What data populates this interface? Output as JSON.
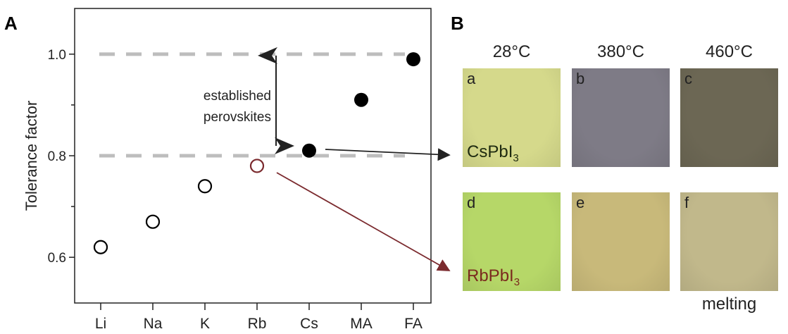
{
  "panel_a_label": "A",
  "panel_b_label": "B",
  "chart_data": {
    "type": "scatter",
    "ylabel": "Tolerance factor",
    "xlabel": "",
    "categories": [
      "Li",
      "Na",
      "K",
      "Rb",
      "Cs",
      "MA",
      "FA"
    ],
    "values": [
      0.62,
      0.67,
      0.74,
      0.78,
      0.81,
      0.91,
      0.99
    ],
    "marker_style": [
      "open",
      "open",
      "open",
      "open-red",
      "filled",
      "filled",
      "filled"
    ],
    "ylim": [
      0.51,
      1.09
    ],
    "yticks": [
      0.6,
      0.8,
      1.0
    ],
    "ytick_labels": [
      "0.6",
      "0.8",
      "1.0"
    ],
    "yminor_ticks": [
      0.7,
      0.9
    ],
    "reference_lines": [
      0.8,
      1.0
    ],
    "annotation": {
      "line1": "established",
      "line2": "perovskites",
      "range": [
        0.8,
        1.0
      ]
    },
    "colors": {
      "marker": "#000000",
      "rb": "#7b2a2e",
      "dashed": "#bdbdbd"
    }
  },
  "panel_b": {
    "temperatures": [
      "28°C",
      "380°C",
      "460°C"
    ],
    "photos": [
      {
        "letter": "a",
        "color": "#d5d98b"
      },
      {
        "letter": "b",
        "color": "#7e7b86"
      },
      {
        "letter": "c",
        "color": "#6c6754"
      },
      {
        "letter": "d",
        "color": "#b6d768"
      },
      {
        "letter": "e",
        "color": "#c8b97a"
      },
      {
        "letter": "f",
        "color": "#c1b88b"
      }
    ],
    "cs_compound": {
      "base": "CsPbI",
      "sub": "3",
      "color": "#1e2a10"
    },
    "rb_compound": {
      "base": "RbPbI",
      "sub": "3",
      "color": "#7b2a1e"
    },
    "melting": "melting"
  }
}
